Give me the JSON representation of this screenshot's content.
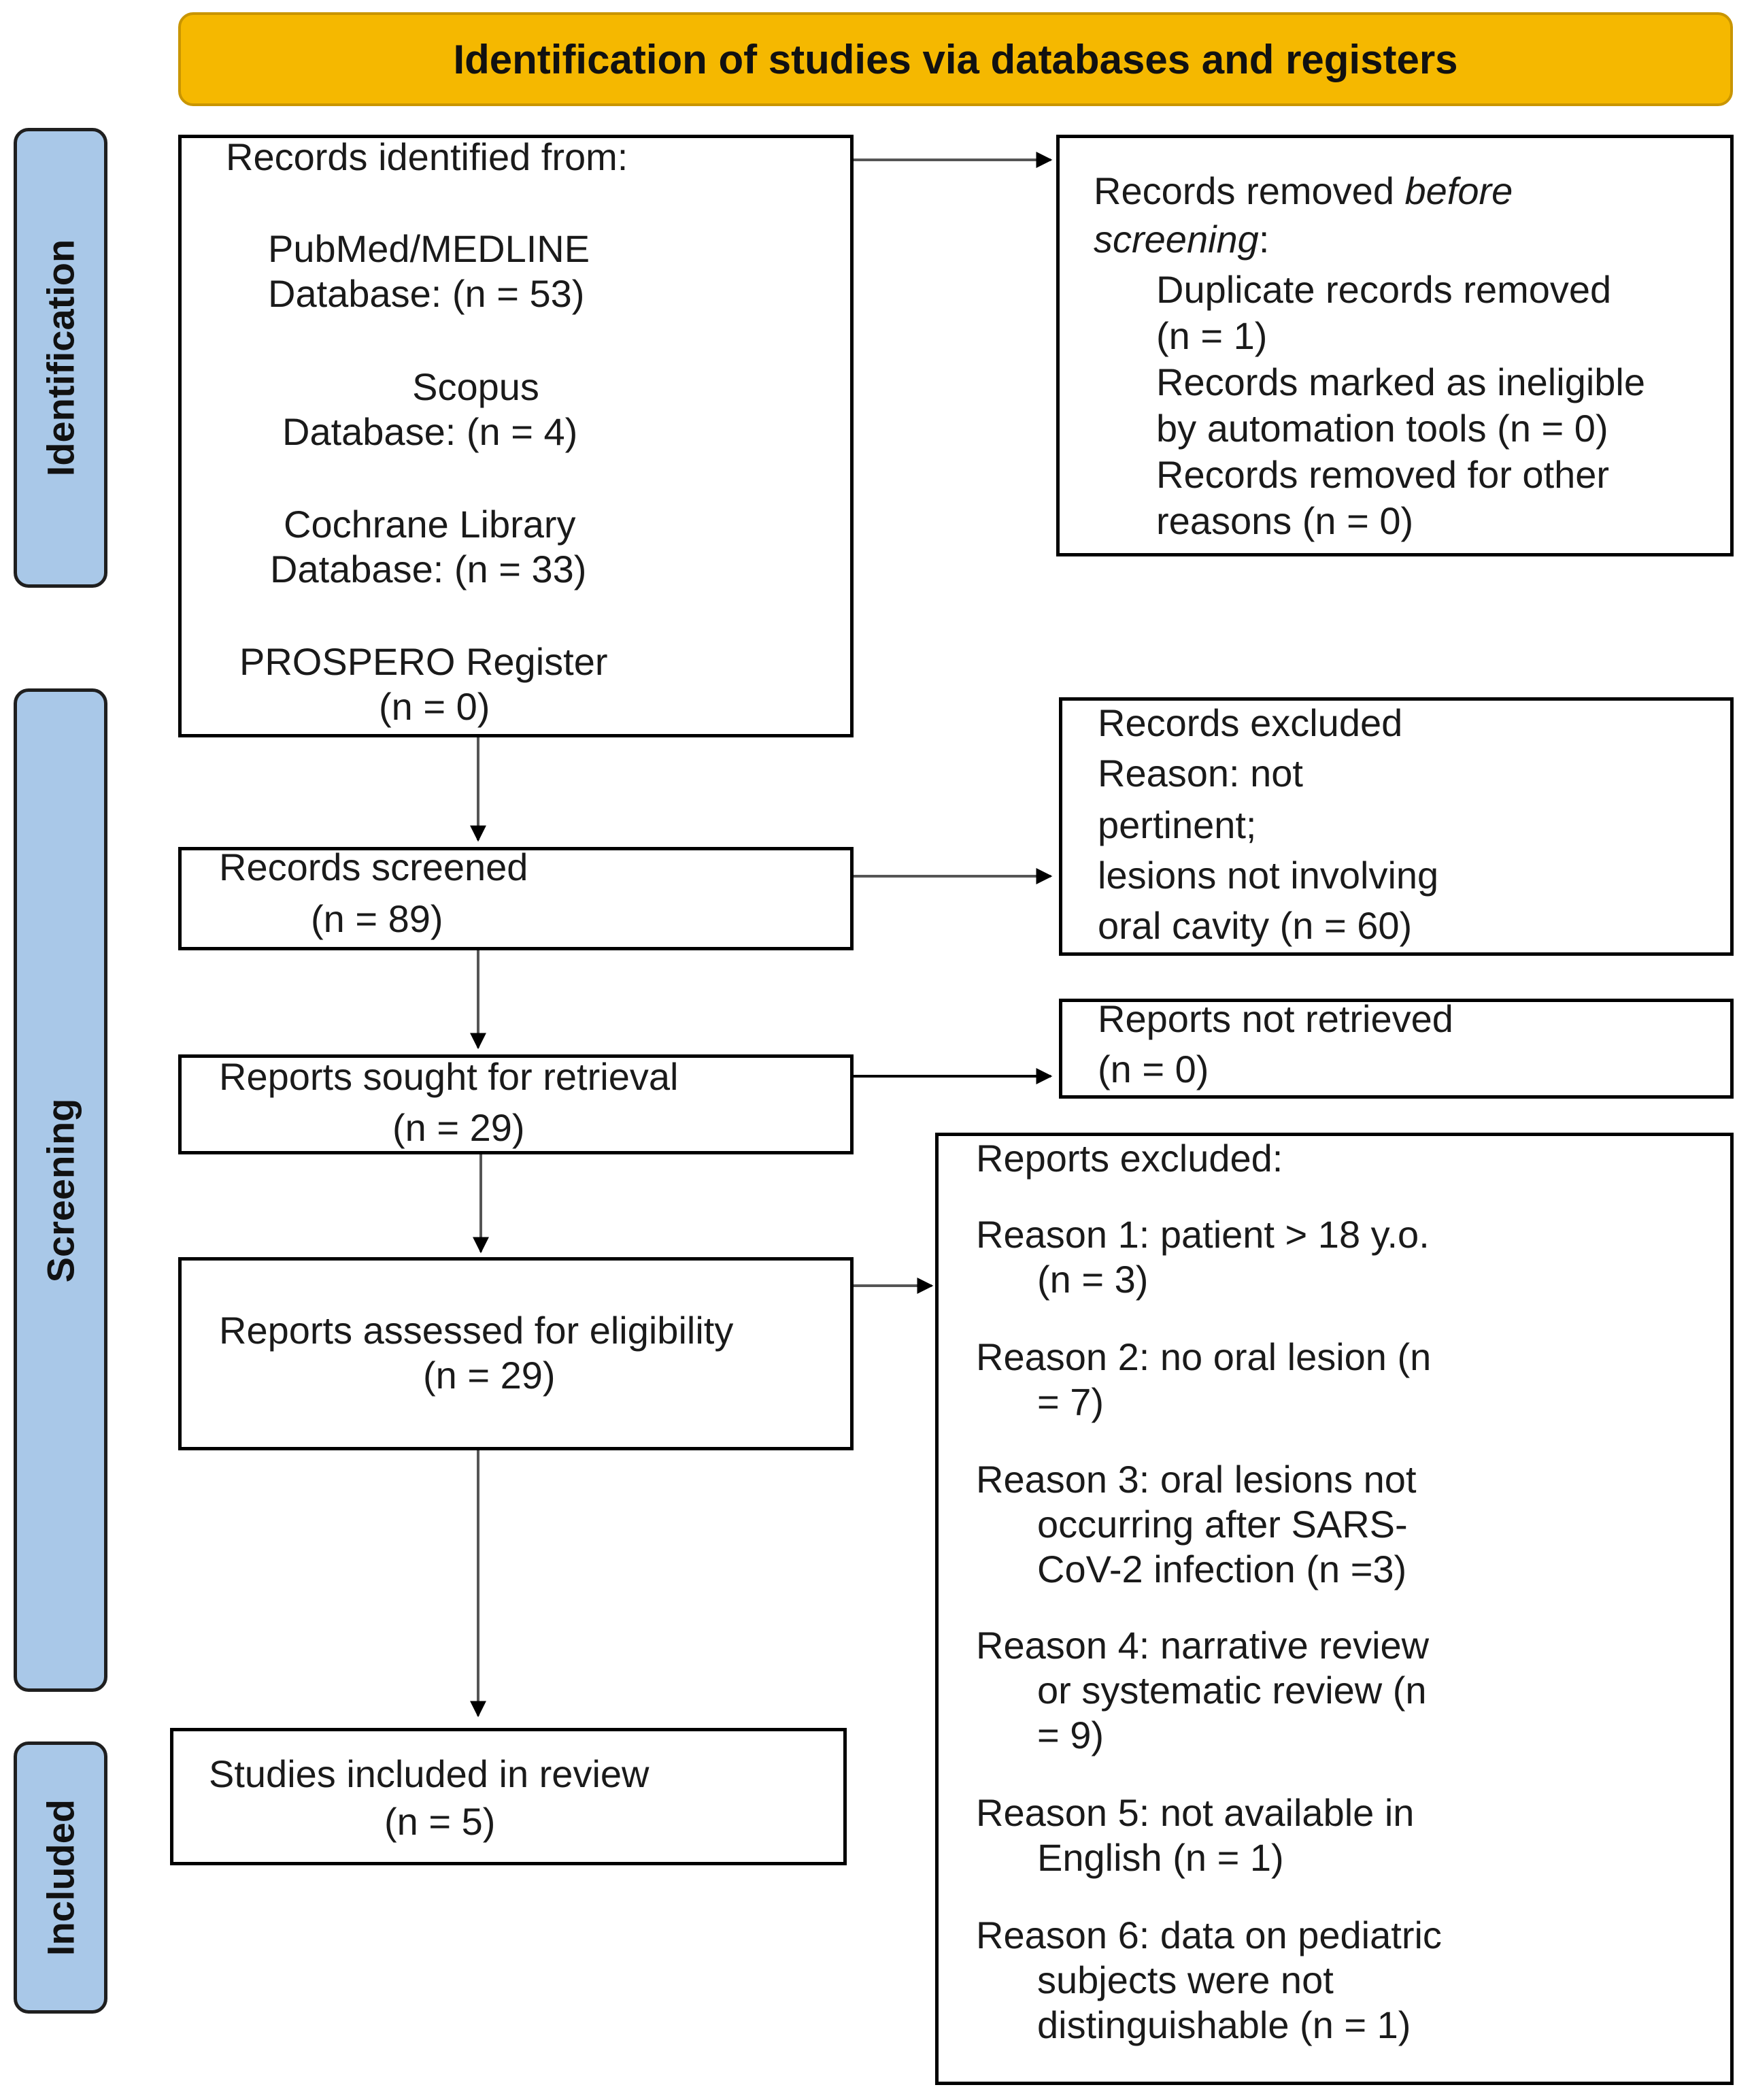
{
  "banner": "Identification of studies via databases and registers",
  "phases": {
    "identification": "Identification",
    "screening": "Screening",
    "included": "Included"
  },
  "records_identified": {
    "heading": "Records identified from:",
    "pubmed_l1": "PubMed/MEDLINE",
    "pubmed_l2": "Database:  (n = 53)",
    "scopus_l1": "Scopus",
    "scopus_l2": "Database: (n = 4)",
    "cochrane_l1": "Cochrane Library",
    "cochrane_l2": "Database: (n = 33)",
    "prospero_l1": "PROSPERO Register",
    "prospero_l2": "(n = 0)"
  },
  "removed_before": {
    "l1": "Records removed ",
    "l1_italic": "before",
    "l2_italic": "screening",
    "l2": ":",
    "dup_l1": "Duplicate records removed",
    "dup_l2": "(n = 1)",
    "auto_l1": "Records marked as ineligible",
    "auto_l2": "by automation tools (n = 0)",
    "other_l1": "Records removed for  other",
    "other_l2": "reasons (n = 0)"
  },
  "records_screened": {
    "l1": "Records screened",
    "l2": "(n = 89)"
  },
  "records_excluded": {
    "l1": "Records excluded",
    "l2": "Reason: not",
    "l3": "pertinent;",
    "l4": "lesions not involving",
    "l5": "oral cavity (n = 60)"
  },
  "sought": {
    "l1": "Reports sought for retrieval",
    "l2": "(n = 29)"
  },
  "not_retrieved": {
    "l1": "Reports not retrieved",
    "l2": "(n = 0)"
  },
  "assessed": {
    "l1": "Reports assessed for eligibility",
    "l2": "(n = 29)"
  },
  "reports_excluded": {
    "heading": "Reports excluded:",
    "r1_l1": "Reason 1: patient > 18 y.o.",
    "r1_l2": "(n = 3)",
    "r2_l1": "Reason 2: no oral lesion (n",
    "r2_l2": "= 7)",
    "r3_l1": "Reason 3: oral lesions not",
    "r3_l2": "occurring after SARS-",
    "r3_l3": "CoV-2 infection (n =3)",
    "r4_l1": "Reason 4: narrative review",
    "r4_l2": "or systematic review  (n",
    "r4_l3": "= 9)",
    "r5_l1": "Reason 5: not available  in",
    "r5_l2": "English (n = 1)",
    "r6_l1": "Reason 6: data on pediatric",
    "r6_l2": "subjects were not",
    "r6_l3": "distinguishable (n = 1)"
  },
  "included": {
    "l1": "Studies included in review",
    "l2": "(n = 5)"
  },
  "colors": {
    "banner": "#f5b800",
    "phase": "#a9c8e8",
    "border": "#000000"
  }
}
